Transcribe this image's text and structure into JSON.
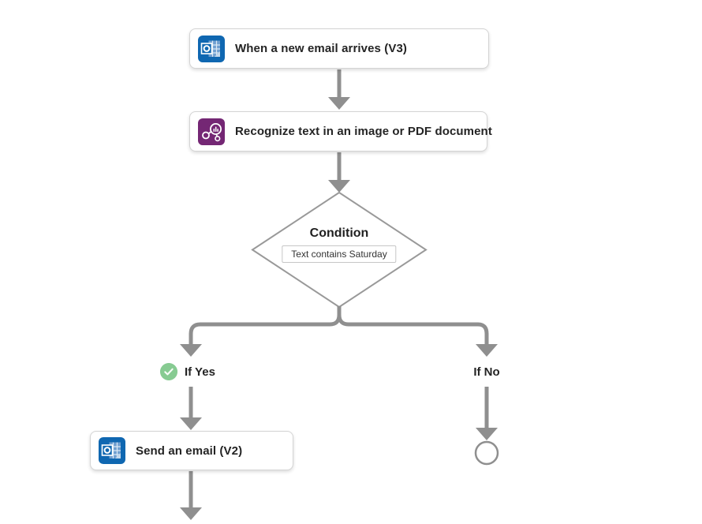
{
  "flow": {
    "trigger_card": {
      "label": "When a new email arrives (V3)",
      "icon": "outlook-icon"
    },
    "ocr_card": {
      "label": "Recognize text in an image or PDF document",
      "icon": "ai-builder-icon"
    },
    "condition": {
      "title": "Condition",
      "expression": "Text contains Saturday"
    },
    "yes_branch": {
      "label": "If Yes",
      "icon": "check-circle-icon"
    },
    "no_branch": {
      "label": "If No"
    },
    "send_email_card": {
      "label": "Send an email (V2)",
      "icon": "outlook-icon"
    }
  },
  "colors": {
    "outlook_blue": "#0f67b1",
    "ai_builder_purple": "#742774",
    "success_green": "#87cb92",
    "connector_gray": "#8f8f8f",
    "card_border": "#d4d4d4",
    "text": "#242424",
    "background": "#ffffff"
  }
}
